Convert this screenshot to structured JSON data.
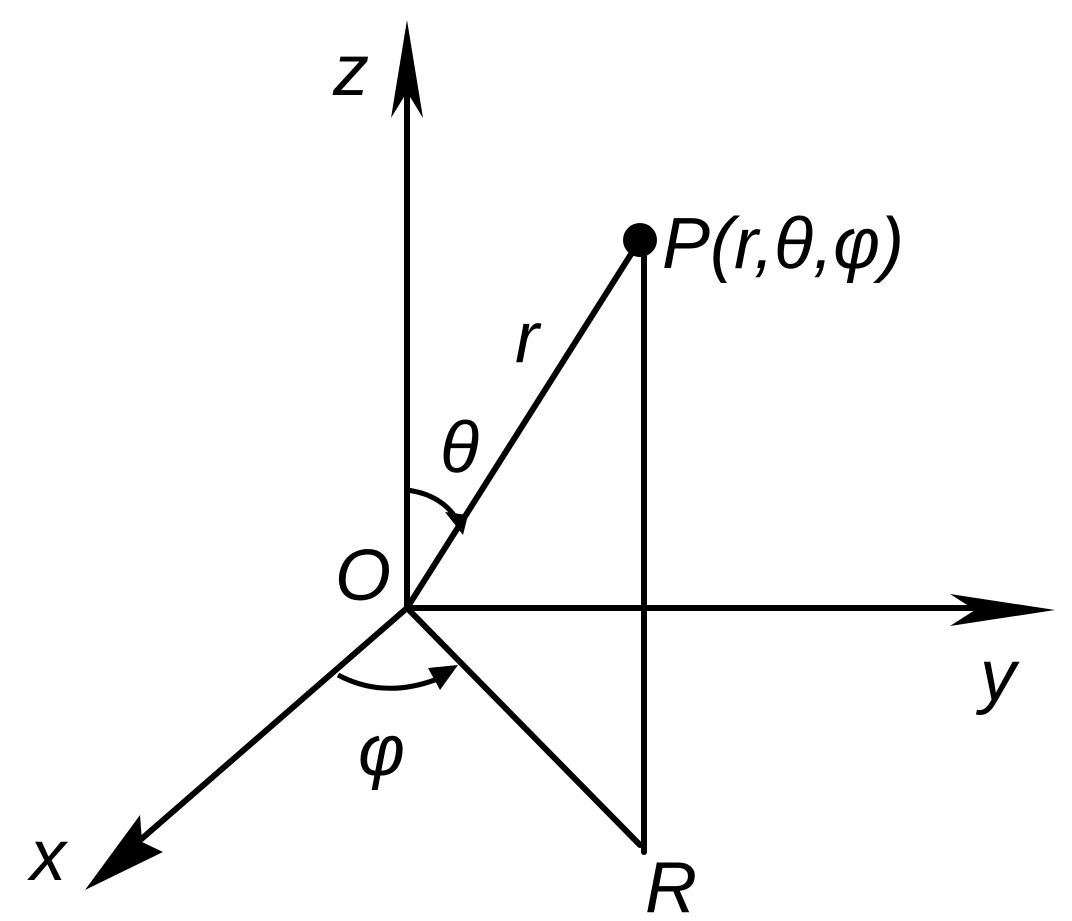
{
  "labels": {
    "z_axis": "z",
    "y_axis": "y",
    "x_axis": "x",
    "origin": "O",
    "point": "P(r,θ,φ)",
    "radius": "r",
    "theta": "θ",
    "phi": "φ",
    "projection": "R"
  },
  "colors": {
    "ink": "#000000",
    "background": "#ffffff"
  }
}
